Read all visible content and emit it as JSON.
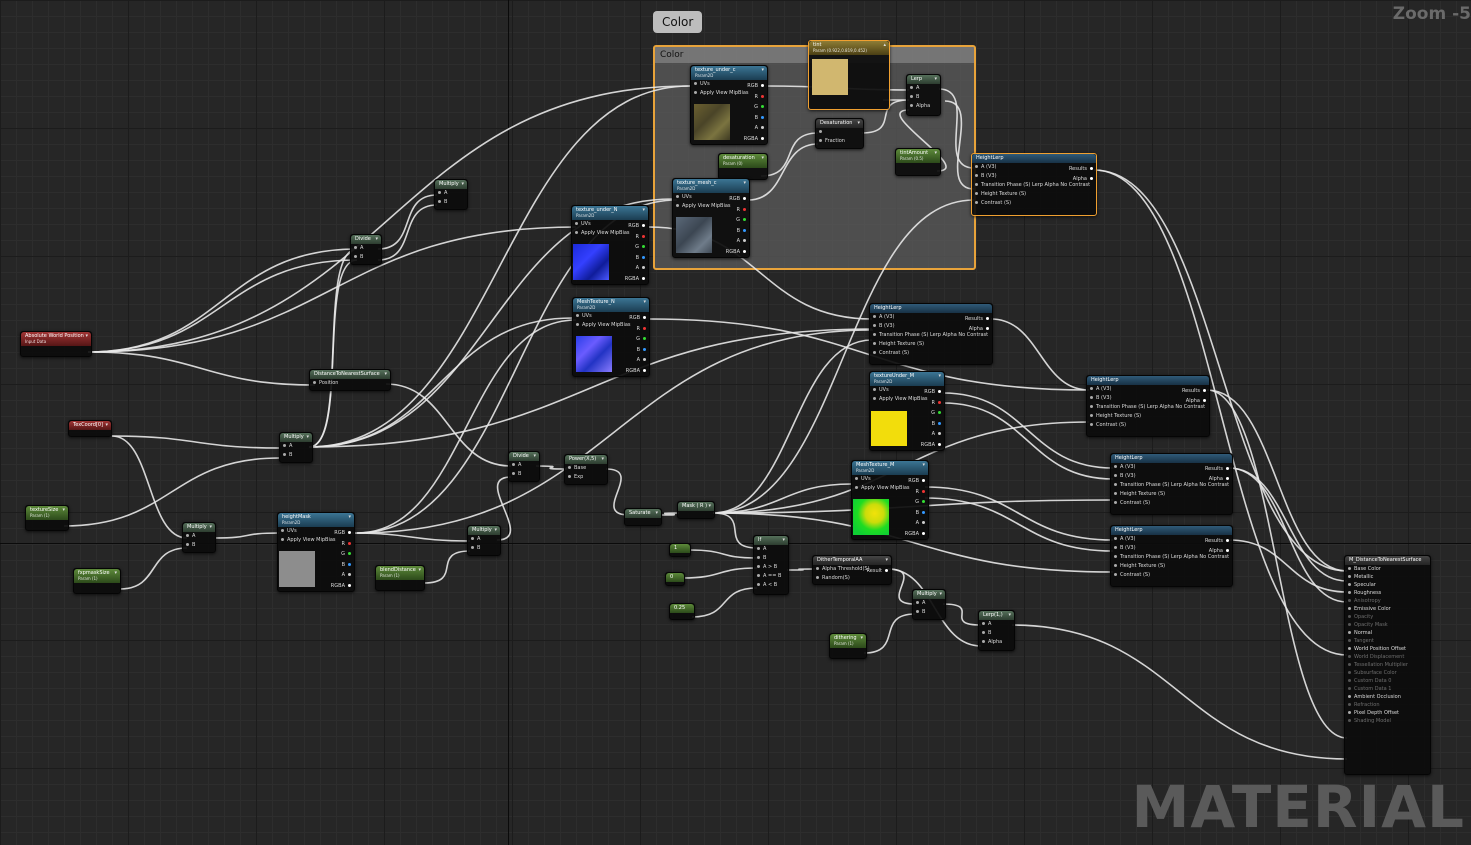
{
  "editor": {
    "zoom": "Zoom -5",
    "watermark": "MATERIAL"
  },
  "comment": {
    "bubble": "Color",
    "title": "Color"
  },
  "nodes": {
    "tint": {
      "title": "tint",
      "sub": "Param (0.922,0.819,0.452)"
    },
    "texture_under_c": {
      "title": "texture_under_c",
      "sub": "Param2D",
      "uvs": "UVs",
      "mip": "Apply View MipBias",
      "rgb": "RGB",
      "r": "R",
      "g": "G",
      "b": "B",
      "a": "A",
      "rgba": "RGBA"
    },
    "lerp_top": {
      "title": "Lerp",
      "a": "A",
      "b": "B",
      "alpha": "Alpha"
    },
    "desaturation_node": {
      "title": "Desaturation",
      "fraction": "Fraction"
    },
    "desaturation_param": {
      "title": "desaturation",
      "sub": "Param (0)"
    },
    "tintAmount": {
      "title": "tintAmount",
      "sub": "Param (0.5)"
    },
    "texture_mesh_c": {
      "title": "texture_mesh_c",
      "sub": "Param2D",
      "uvs": "UVs",
      "mip": "Apply View MipBias",
      "rgb": "RGB",
      "r": "R",
      "g": "G",
      "b": "B",
      "a": "A",
      "rgba": "RGBA"
    },
    "heightlerp_top": {
      "title": "HeightLerp",
      "a": "A (V3)",
      "b": "B (V3)",
      "tp": "Transition Phase (S) Lerp Alpha No Contrast",
      "ht": "Height Texture (S)",
      "contrast": "Contrast (S)",
      "results": "Results",
      "alpha": "Alpha"
    },
    "multiply_top": {
      "title": "Multiply",
      "a": "A",
      "b": "B"
    },
    "divide_top": {
      "title": "Divide",
      "a": "A",
      "b": "B"
    },
    "texture_under_N": {
      "title": "texture_under_N",
      "sub": "Param2D",
      "uvs": "UVs",
      "mip": "Apply View MipBias",
      "rgb": "RGB",
      "r": "R",
      "g": "G",
      "b": "B",
      "a": "A",
      "rgba": "RGBA"
    },
    "absolute_world_position": {
      "title": "Absolute World Position",
      "sub": "Input Data"
    },
    "meshtexture_N": {
      "title": "MeshTexture_N",
      "sub": "Param2D",
      "uvs": "UVs",
      "mip": "Apply View MipBias",
      "rgb": "RGB",
      "r": "R",
      "g": "G",
      "b": "B",
      "a": "A",
      "rgba": "RGBA"
    },
    "heightlerp_mid": {
      "title": "HeightLerp",
      "a": "A (V3)",
      "b": "B (V3)",
      "tp": "Transition Phase (S) Lerp Alpha No Contrast",
      "ht": "Height Texture (S)",
      "contrast": "Contrast (S)",
      "results": "Results",
      "alpha": "Alpha"
    },
    "distance_nearest": {
      "title": "DistanceToNearestSurface",
      "position": "Position"
    },
    "textureunder_M": {
      "title": "textureUnder_M",
      "sub": "Param2D",
      "uvs": "UVs",
      "mip": "Apply View MipBias",
      "rgb": "RGB",
      "r": "R",
      "g": "G",
      "b": "B",
      "a": "A",
      "rgba": "RGBA"
    },
    "heightlerp_r1": {
      "title": "HeightLerp",
      "a": "A (V3)",
      "b": "B (V3)",
      "tp": "Transition Phase (S) Lerp Alpha No Contrast",
      "ht": "Height Texture (S)",
      "contrast": "Contrast (S)",
      "results": "Results",
      "alpha": "Alpha"
    },
    "texcoord": {
      "title": "TexCoord[0]"
    },
    "multiply_mid": {
      "title": "Multiply",
      "a": "A",
      "b": "B"
    },
    "divide_mid": {
      "title": "Divide",
      "a": "A",
      "b": "B"
    },
    "power": {
      "title": "Power(X,5)",
      "base": "Base",
      "exp": "Exp"
    },
    "meshtexture_M": {
      "title": "MeshTexture_M",
      "sub": "Param2D",
      "uvs": "UVs",
      "mip": "Apply View MipBias",
      "rgb": "RGB",
      "r": "R",
      "g": "G",
      "b": "B",
      "a": "A",
      "rgba": "RGBA"
    },
    "heightlerp_r2": {
      "title": "HeightLerp",
      "a": "A (V3)",
      "b": "B (V3)",
      "tp": "Transition Phase (S) Lerp Alpha No Contrast",
      "ht": "Height Texture (S)",
      "contrast": "Contrast (S)",
      "results": "Results",
      "alpha": "Alpha"
    },
    "textureSize": {
      "title": "textureSize",
      "sub": "Param (1)"
    },
    "multiply_low": {
      "title": "Multiply",
      "a": "A",
      "b": "B"
    },
    "heightMask": {
      "title": "heightMask",
      "sub": "Param2D",
      "uvs": "UVs",
      "mip": "Apply View MipBias",
      "rgb": "RGB",
      "r": "R",
      "g": "G",
      "b": "B",
      "a": "A",
      "rgba": "RGBA"
    },
    "multiply_hm": {
      "title": "Multiply",
      "a": "A",
      "b": "B"
    },
    "saturate": {
      "title": "Saturate"
    },
    "mask_r": {
      "title": "Mask ( R )"
    },
    "heightlerp_r3": {
      "title": "HeightLerp",
      "a": "A (V3)",
      "b": "B (V3)",
      "tp": "Transition Phase (S) Lerp Alpha No Contrast",
      "ht": "Height Texture (S)",
      "contrast": "Contrast (S)",
      "results": "Results",
      "alpha": "Alpha"
    },
    "fxpmaskSize": {
      "title": "fxpmaskSize",
      "sub": "Param (1)"
    },
    "blendDistance": {
      "title": "blendDistance",
      "sub": "Param (1)"
    },
    "const_1": {
      "title": "1"
    },
    "const_0": {
      "title": "0"
    },
    "const_025": {
      "title": "0.25"
    },
    "if_node": {
      "title": "If",
      "a": "A",
      "b": "B",
      "agb": "A > B",
      "aeb": "A == B",
      "alb": "A < B"
    },
    "dither": {
      "title": "DitherTemporalAA",
      "threshold": "Alpha Threshold(S)",
      "random": "Random(S)",
      "result": "Result"
    },
    "multiply_dither": {
      "title": "Multiply",
      "a": "A",
      "b": "B"
    },
    "dithering": {
      "title": "dithering",
      "sub": "Param (1)"
    },
    "lerp_low": {
      "title": "Lerp(1,)",
      "a": "A",
      "b": "B",
      "alpha": "Alpha"
    },
    "result": {
      "title": "M_DistanceToNearestSurface",
      "pins": [
        "Base Color",
        "Metallic",
        "Specular",
        "Roughness",
        "Anisotropy",
        "Emissive Color",
        "Opacity",
        "Opacity Mask",
        "Normal",
        "Tangent",
        "World Position Offset",
        "World Displacement",
        "Tessellation Multiplier",
        "Subsurface Color",
        "Custom Data 0",
        "Custom Data 1",
        "Ambient Occlusion",
        "Refraction",
        "Pixel Depth Offset",
        "Shading Model"
      ]
    }
  }
}
